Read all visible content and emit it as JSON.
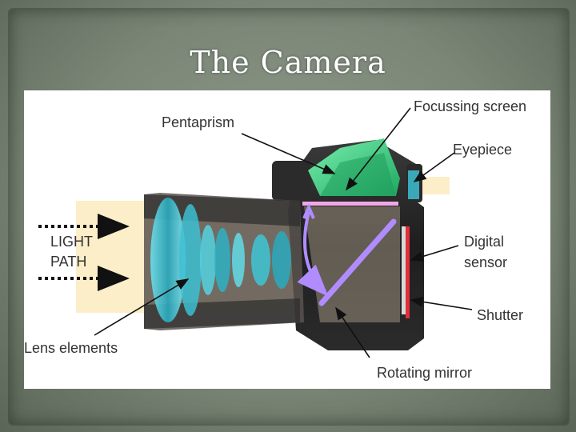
{
  "slide": {
    "title": "The Camera"
  },
  "diagram": {
    "labels": {
      "pentaprism": "Pentaprism",
      "focussing_screen": "Focussing screen",
      "eyepiece": "Eyepiece",
      "light_path_line1": "LIGHT",
      "light_path_line2": "PATH",
      "digital_sensor_line1": "Digital",
      "digital_sensor_line2": "sensor",
      "shutter": "Shutter",
      "lens_elements": "Lens elements",
      "rotating_mirror": "Rotating mirror"
    },
    "colors": {
      "pentaprism_green": "#2fcf7a",
      "lens_cyan": "#39c6d6",
      "focus_screen_pink": "#f3a6e6",
      "mirror_purple": "#b08cff",
      "shutter_red": "#e0303a",
      "light_beam": "#fbeec8"
    }
  }
}
